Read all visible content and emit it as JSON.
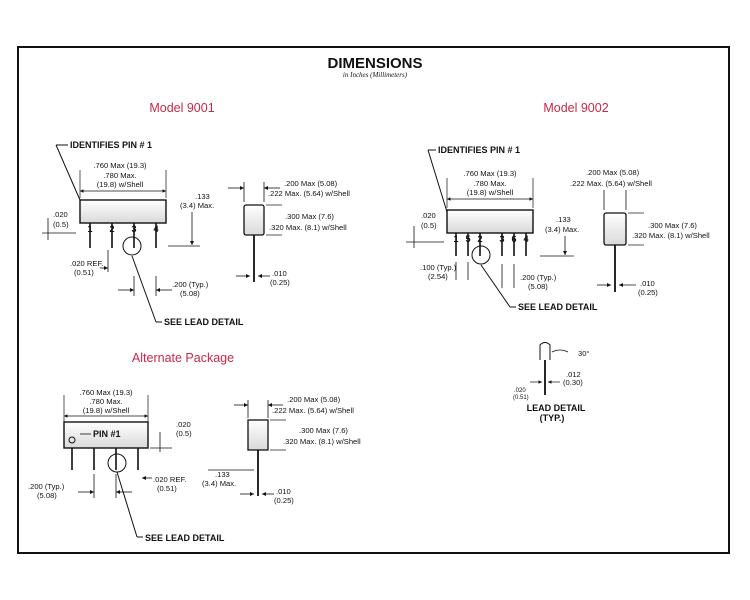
{
  "title": "DIMENSIONS",
  "subtitle": "in Inches (Millimeters)",
  "model_9001": {
    "heading": "Model 9001",
    "identifies_pin": "IDENTIFIES PIN # 1",
    "len_1": ".760 Max (19.3)",
    "len_2": ".780 Max.",
    "len_3": "(19.8) w/Shell",
    "h1": ".133",
    "h2": "(3.4) Max.",
    "lead_1": ".020",
    "lead_2": "(0.5)",
    "pins": [
      "1",
      "2",
      "3",
      "4"
    ],
    "ref_1": ".020 REF.",
    "ref_2": "(0.51)",
    "pitch_1": ".200 (Typ.)",
    "pitch_2": "(5.08)",
    "see_lead": "SEE LEAD DETAIL",
    "side_w1": ".200 Max (5.08)",
    "side_w2": ".222 Max. (5.64) w/Shell",
    "side_h1": ".300 Max (7.6)",
    "side_h2": ".320 Max. (8.1) w/Shell",
    "side_lead1": ".010",
    "side_lead2": "(0.25)"
  },
  "model_9002": {
    "heading": "Model  9002",
    "identifies_pin": "IDENTIFIES PIN # 1",
    "len_1": ".760 Max (19.3)",
    "len_2": ".780 Max.",
    "len_3": "(19.8) w/Shell",
    "h1": ".133",
    "h2": "(3.4) Max.",
    "lead_1": ".020",
    "lead_2": "(0.5)",
    "pins": [
      "1",
      "5",
      "2",
      "3",
      "6",
      "4"
    ],
    "pitch_a1": ".100 (Typ.)",
    "pitch_a2": "(2.54)",
    "pitch_b1": ".200 (Typ.)",
    "pitch_b2": "(5.08)",
    "see_lead": "SEE LEAD DETAIL",
    "side_w1": ".200 Max (5.08)",
    "side_w2": ".222 Max. (5.64) w/Shell",
    "side_h1": ".300 Max (7.6)",
    "side_h2": ".320 Max. (8.1) w/Shell",
    "side_lead1": ".010",
    "side_lead2": "(0.25)"
  },
  "lead_detail": {
    "angle": "30°",
    "t1": ".012",
    "t2": "(0.30)",
    "w1": ".020",
    "w2": "(0.51)",
    "title_1": "LEAD DETAIL",
    "title_2": "(TYP.)"
  },
  "alternate": {
    "heading": "Alternate Package",
    "len_1": ".760 Max (19.3)",
    "len_2": ".780 Max.",
    "len_3": "(19.8) w/Shell",
    "pin_label": "PIN #1",
    "lead_1": ".020",
    "lead_2": "(0.5)",
    "ref_1": ".020 REF.",
    "ref_2": "(0.51)",
    "pitch_1": ".200 (Typ.)",
    "pitch_2": "(5.08)",
    "see_lead": "SEE LEAD DETAIL",
    "side_w1": ".200 Max (5.08)",
    "side_w2": ".222 Max. (5.64) w/Shell",
    "side_h1": ".300 Max (7.6)",
    "side_h2": ".320 Max. (8.1) w/Shell",
    "h1": ".133",
    "h2": "(3.4) Max.",
    "side_lead1": ".010",
    "side_lead2": "(0.25)"
  }
}
